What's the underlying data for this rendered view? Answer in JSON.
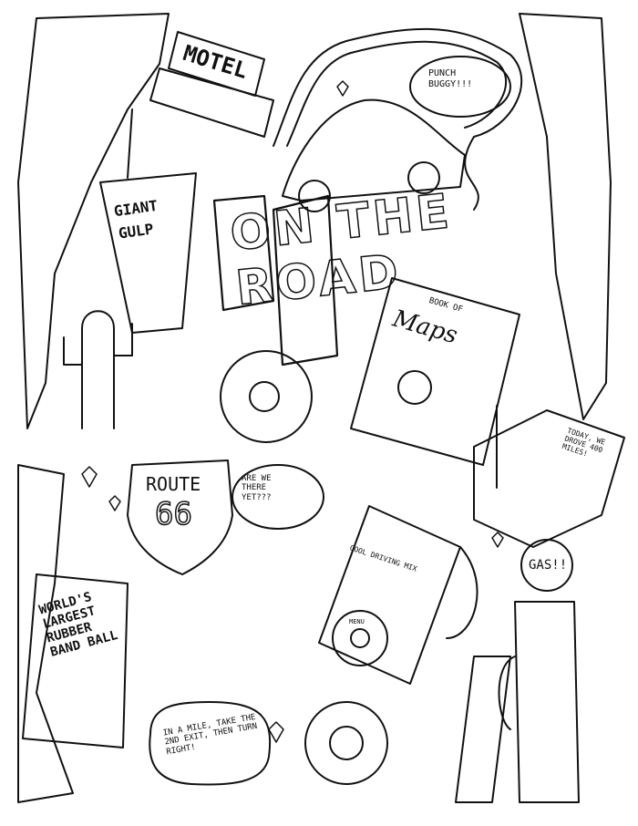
{
  "title": "ON THE ROAD",
  "signs": {
    "motel": "MOTEL",
    "route": "ROUTE",
    "route_number": "66",
    "gas": "GAS!!",
    "world_largest": "WORLD'S LARGEST RUBBER BAND BALL"
  },
  "cup": {
    "line1": "GIANT",
    "line2": "GULP"
  },
  "book": {
    "top": "BOOK OF",
    "title": "Maps"
  },
  "bubbles": {
    "punch_buggy": "PUNCH BUGGY!!!",
    "are_we_there": "ARE WE THERE YET???",
    "directions": "IN A MILE, TAKE THE 2ND EXIT, THEN TURN RIGHT!"
  },
  "notebook": {
    "note": "TODAY, WE DROVE 400 MILES!"
  },
  "player": {
    "screen": "COOL DRIVING MIX",
    "menu": "MENU"
  }
}
